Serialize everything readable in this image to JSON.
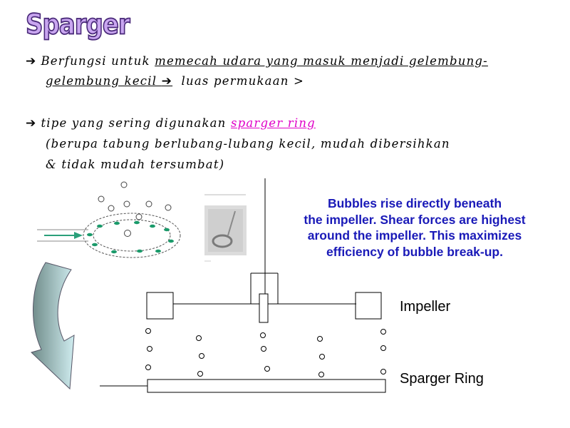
{
  "title": "Sparger",
  "bullet1": {
    "arrow": "➔",
    "prefix": "Berfungsi untuk ",
    "underlined": "memecah udara yang masuk menjadi gelembung-",
    "line2_underlined": "gelembung kecil ",
    "arrow2": "➔",
    "line2_rest": " luas permukaan >"
  },
  "bullet2": {
    "arrow": "➔",
    "prefix": "tipe yang sering digunakan ",
    "highlight": "sparger ring",
    "line2": "(berupa tabung berlubang-lubang kecil, mudah dibersihkan",
    "line3": "& tidak mudah tersumbat)"
  },
  "info_text": {
    "line1": "Bubbles rise directly beneath",
    "line2": "the impeller. Shear forces are highest",
    "line3": "around the impeller. This maximizes",
    "line4": "efficiency of bubble break-up."
  },
  "labels": {
    "impeller": "Impeller",
    "sparger_ring": "Sparger Ring"
  },
  "colors": {
    "title_fill": "#c9a6f0",
    "highlight": "#e000c8",
    "info_text": "#1a1ab8",
    "ring_holes": "#1a9a6a",
    "flow_arrow": "#2aa07a",
    "curved_arrow_dark": "#6e8a88",
    "curved_arrow_light": "#cfecef"
  }
}
